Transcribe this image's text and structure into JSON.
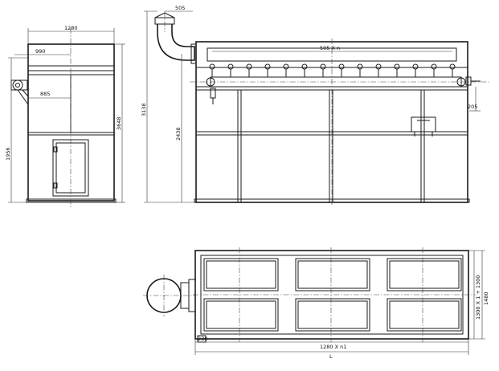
{
  "side_view": {
    "dim_width": "1280",
    "dim_offset": "990",
    "dim_inner": "885",
    "dim_height_total": "1956",
    "dim_height_body": "3648"
  },
  "outlet_view": {
    "dim_pipe": "505",
    "dim_height_total": "3138",
    "dim_height_inlet": "2438"
  },
  "front_view": {
    "dim_pitch": "505 X n",
    "dim_right": "205"
  },
  "plan_view": {
    "dim_length": "L",
    "dim_pitch": "1280 X n1",
    "dim_width_detail": "1300 X 1 + 1300",
    "dim_width_total": "1480",
    "dim_corner": "230"
  }
}
